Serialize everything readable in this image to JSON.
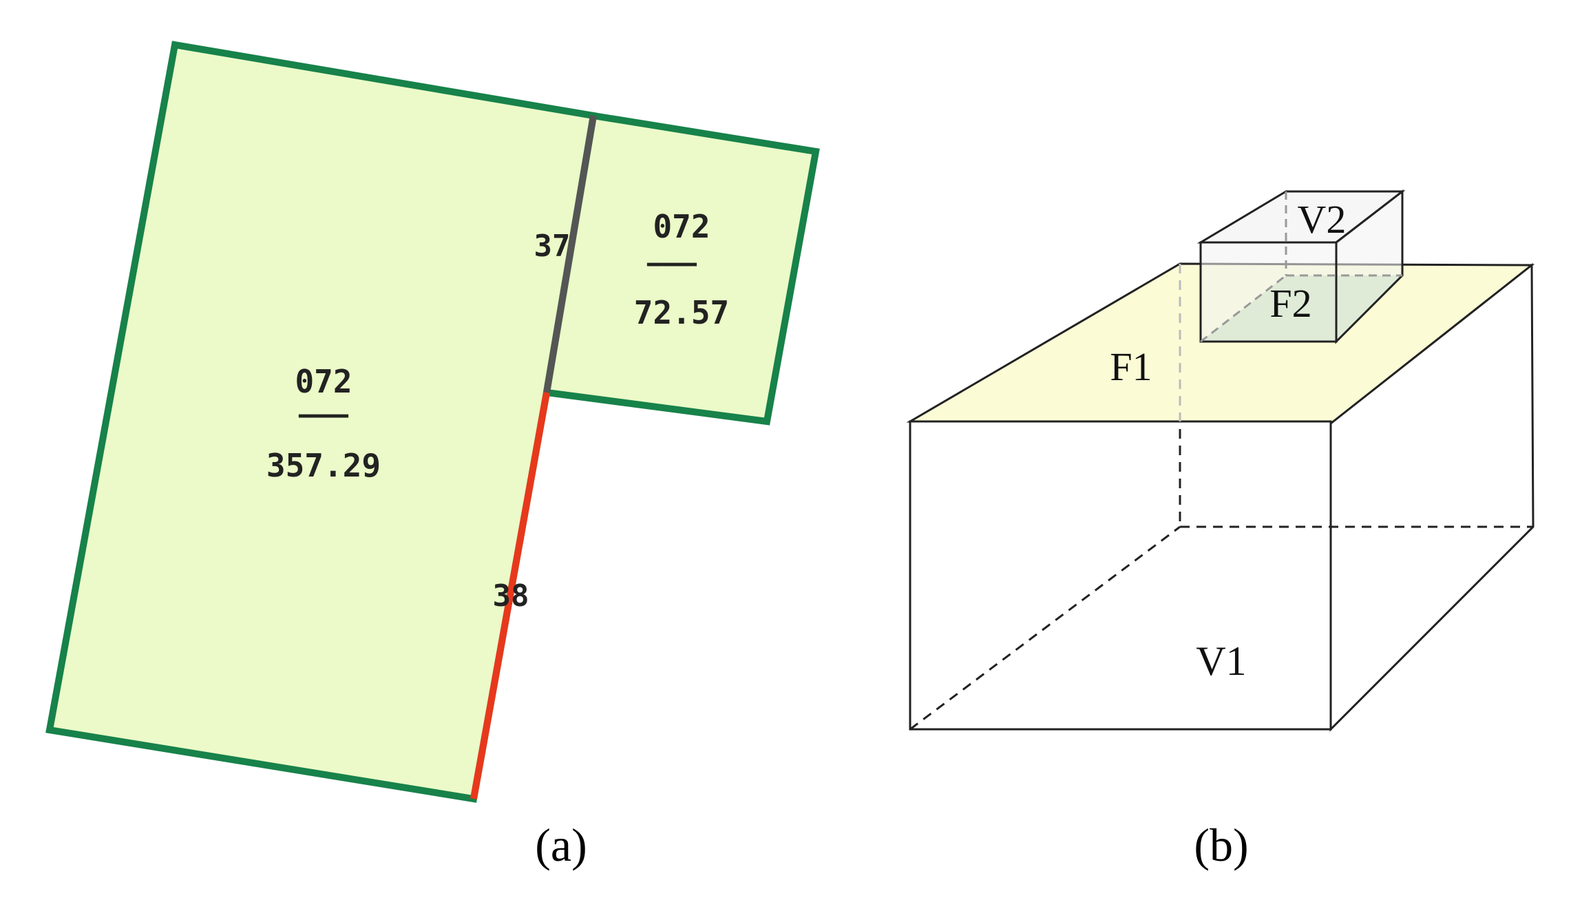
{
  "panel_a": {
    "caption": "(a)",
    "parcels": [
      {
        "code": "072",
        "divider": "———",
        "area": "357.29"
      },
      {
        "code": "072",
        "divider": "———",
        "area": "72.57"
      }
    ],
    "edge_labels": [
      "37",
      "38"
    ]
  },
  "panel_b": {
    "caption": "(b)",
    "labels": {
      "v1": "V1",
      "v2": "V2",
      "f1": "F1",
      "f2": "F2"
    }
  },
  "colors": {
    "parcel_fill": "#ebfac8",
    "parcel_border": "#17824a",
    "edge_37": "#555555",
    "edge_38": "#e8381c",
    "f1_fill": "#fbfbd6",
    "f2_fill": "#c8e2b5",
    "box_v2_fill": "#f2f2f2"
  }
}
